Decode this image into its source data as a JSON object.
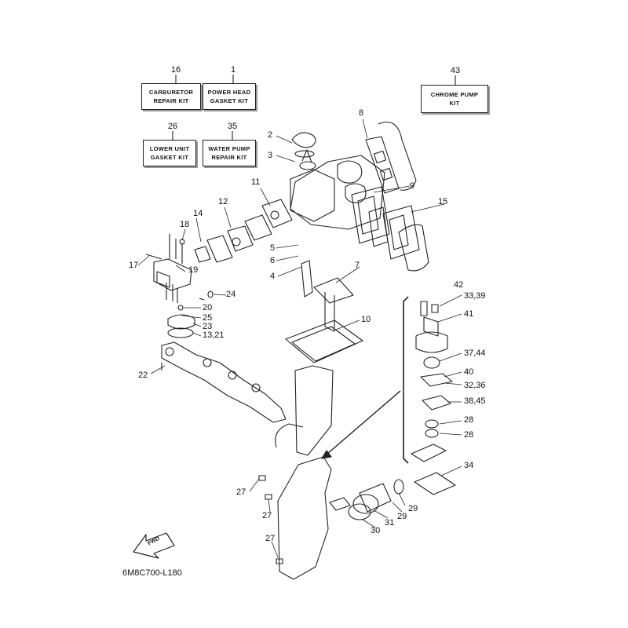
{
  "kits": [
    {
      "id": "kit-carburetor-repair",
      "number": "16",
      "line1": "CARBURETOR",
      "line2": "REPAIR KIT"
    },
    {
      "id": "kit-power-head-gasket",
      "number": "1",
      "line1": "POWER HEAD",
      "line2": "GASKET KIT"
    },
    {
      "id": "kit-chrome-pump",
      "number": "43",
      "line1": "CHROME PUMP",
      "line2": "KIT"
    },
    {
      "id": "kit-lower-unit-gasket",
      "number": "26",
      "line1": "LOWER UNIT",
      "line2": "GASKET KIT"
    },
    {
      "id": "kit-water-pump-repair",
      "number": "35",
      "line1": "WATER PUMP",
      "line2": "REPAIR KIT"
    }
  ],
  "callouts": [
    "2",
    "3",
    "8",
    "11",
    "9",
    "15",
    "12",
    "14",
    "18",
    "5",
    "6",
    "7",
    "4",
    "17",
    "19",
    "24",
    "20",
    "25",
    "23",
    "13,21",
    "10",
    "22",
    "42",
    "33,39",
    "41",
    "37,44",
    "40",
    "32,36",
    "38,45",
    "28",
    "28",
    "34",
    "27",
    "27",
    "27",
    "29",
    "29",
    "31",
    "30"
  ],
  "fwd_label": "FWD",
  "diagram_code": "6M8C700-L180"
}
